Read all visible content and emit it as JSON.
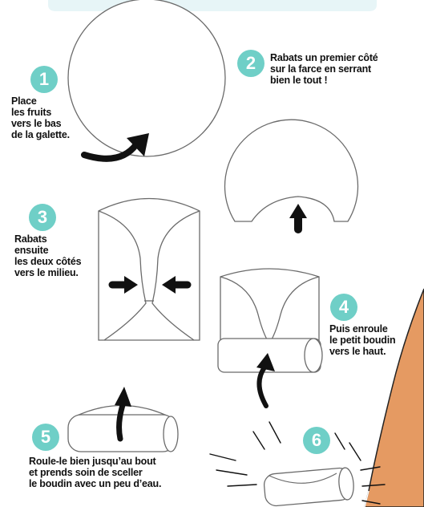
{
  "colors": {
    "badge": "#6fcfc7",
    "banner": "#e7f5f7",
    "outline": "#6b6b6b",
    "arrow": "#111111",
    "orange": "#e59a62"
  },
  "steps": [
    {
      "number": "1",
      "caption": "Place\nles fruits\nvers le bas\nde la galette."
    },
    {
      "number": "2",
      "caption": "Rabats un premier côté\nsur la farce en serrant\nbien le tout !"
    },
    {
      "number": "3",
      "caption": "Rabats\nensuite\nles deux côtés\nvers le milieu."
    },
    {
      "number": "4",
      "caption": "Puis enroule\nle petit boudin\nvers le haut."
    },
    {
      "number": "5",
      "caption": "Roule-le bien jusqu’au bout\net prends soin de sceller\nle boudin avec un peu d’eau."
    },
    {
      "number": "6",
      "caption": ""
    }
  ]
}
